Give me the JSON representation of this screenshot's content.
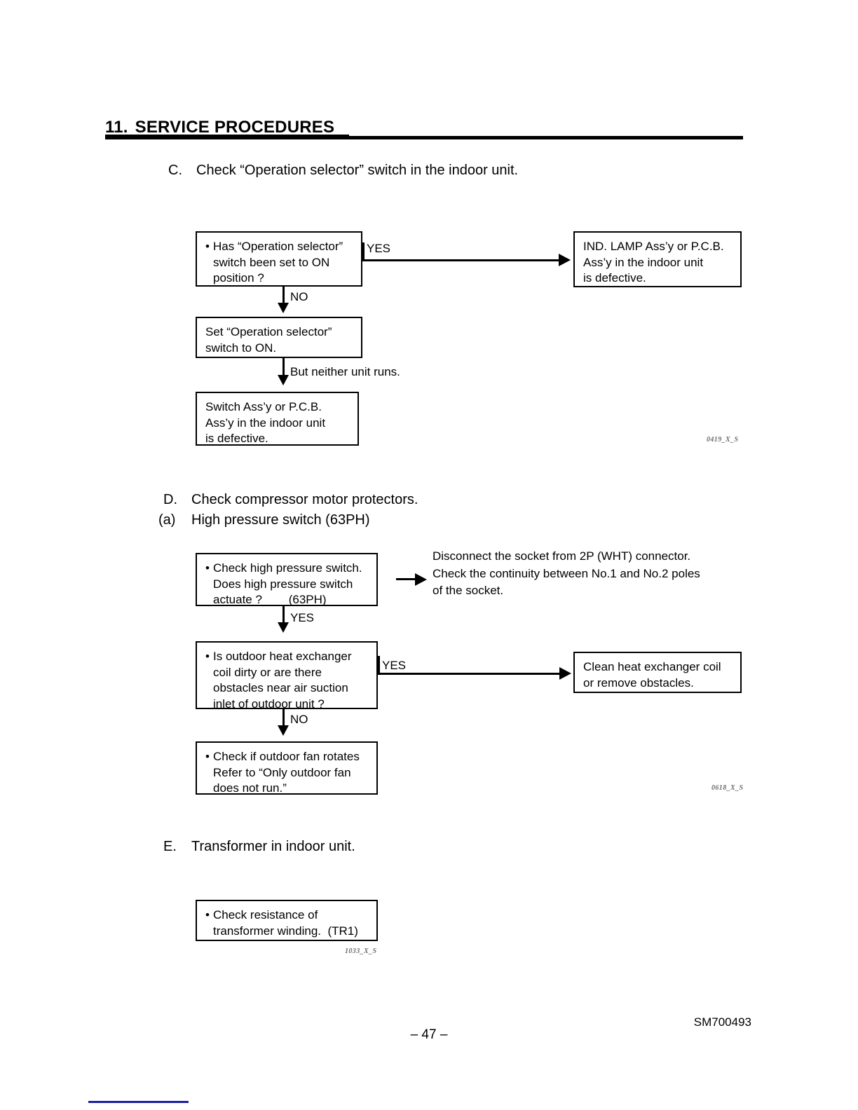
{
  "header": {
    "number": "11.",
    "title": "SERVICE PROCEDURES"
  },
  "sections": {
    "c": {
      "letter": "C.",
      "title": "Check “Operation selector” switch in the indoor unit.",
      "figure_id": "0419_X_S",
      "boxes": {
        "q1_l1": "Has “Operation selector”",
        "q1_l2": "switch been set to ON",
        "q1_l3": "position ?",
        "result_yes_l1": "IND. LAMP Ass’y or P.C.B.",
        "result_yes_l2": "Ass’y in the indoor unit",
        "result_yes_l3": "is defective.",
        "action_l1": "Set “Operation selector”",
        "action_l2": "switch to ON.",
        "final_l1": "Switch Ass’y or P.C.B.",
        "final_l2": "Ass’y in the indoor unit",
        "final_l3": "is defective."
      },
      "edges": {
        "yes": "YES",
        "no": "NO",
        "but_neither": "But neither unit runs."
      }
    },
    "d": {
      "letter": "D.",
      "title": "Check compressor motor protectors.",
      "sub_letter": "(a)",
      "sub_title": "High pressure switch (63PH)",
      "figure_id": "0618_X_S",
      "boxes": {
        "q1_l1": "Check high pressure switch.",
        "q1_l2": "Does high pressure switch",
        "q1_l3": "actuate ?        (63PH)",
        "q2_l1": "Is outdoor heat exchanger",
        "q2_l2": "coil dirty or are there",
        "q2_l3": "obstacles near air suction",
        "q2_l4": "inlet of outdoor unit ?",
        "result_yes_l1": "Clean heat exchanger coil",
        "result_yes_l2": "or remove obstacles.",
        "final_l1": "Check if outdoor fan rotates",
        "final_l2": "Refer to “Only outdoor fan",
        "final_l3": "does not run.”"
      },
      "note": {
        "l1": "Disconnect the socket from 2P (WHT) connector.",
        "l2": "Check the continuity between No.1 and No.2 poles",
        "l3": "of the socket."
      },
      "edges": {
        "yes1": "YES",
        "yes2": "YES",
        "no": "NO"
      }
    },
    "e": {
      "letter": "E.",
      "title": "Transformer in indoor unit.",
      "figure_id": "1033_X_S",
      "boxes": {
        "check_l1": "Check resistance of",
        "check_l2": "transformer winding.  (TR1)"
      }
    }
  },
  "footer": {
    "page_number": "– 47 –",
    "document_code": "SM700493"
  },
  "colors": {
    "ink": "#000000",
    "bottom_rule": "#1c1ca0",
    "figure_id": "#6d6d6d"
  }
}
